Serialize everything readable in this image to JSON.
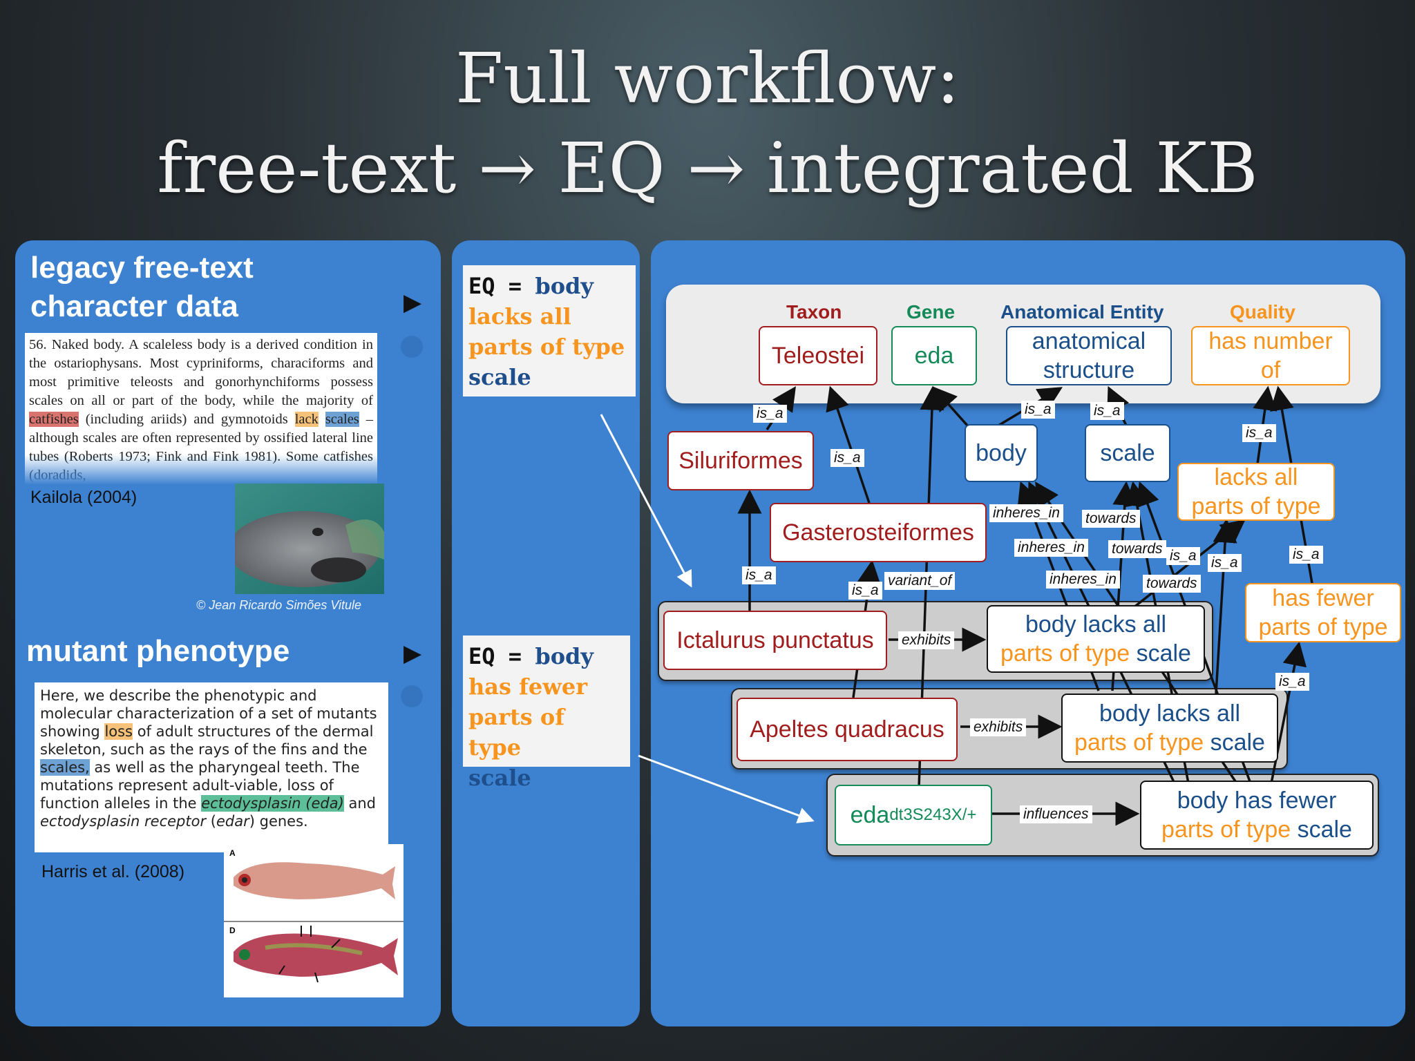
{
  "title": {
    "line1": "Full workflow:",
    "line2": "free-text → EQ → integrated KB"
  },
  "legacy": {
    "heading_line1": "legacy free-text",
    "heading_line2": "character data",
    "text_before_catfishes": "56. Naked body. A scaleless body is a derived condition in the ostariophysans. Most cypriniforms, characiforms and most primitive teleosts and gonorhynchiforms possess scales on all or part of the body, while the majority of ",
    "hl_catfishes": "catfishes",
    "text_between1": " (including ariids) and gymnotoids ",
    "hl_lack": "lack",
    "hl_scales": "scales",
    "text_after": " – although scales are often represented by ossified lateral line tubes (Roberts 1973; Fink and Fink 1981). Some catfishes (doradids,",
    "citation": "Kailola (2004)",
    "photo_credit": "© Jean Ricardo Simões Vitule",
    "arrow": "▶"
  },
  "mutant": {
    "heading": "mutant phenotype",
    "t1": "Here, we describe the phenotypic and molecular characterization of a set of mutants showing ",
    "hl_loss": "loss",
    "t2": " of adult structures of the dermal skeleton, such as the rays of the fins and the ",
    "hl_scales": "scales,",
    "t3": " as well as the pharyngeal teeth. The mutations represent adult-viable, loss of function alleles in the ",
    "hl_eda": "ectodysplasin (eda)",
    "t4": " and ",
    "t5": "ectodysplasin receptor",
    "t6": " (",
    "t7": "edar",
    "t8": ") genes.",
    "citation": "Harris et al. (2008)",
    "fig_a": "A",
    "fig_d": "D",
    "arrow": "▶"
  },
  "eq1": {
    "eq": "EQ",
    "eqsign": " = ",
    "entity": "body",
    "quality_l1": "lacks all",
    "quality_l2": "parts of type",
    "value": "scale"
  },
  "eq2": {
    "eq": "EQ",
    "eqsign": " = ",
    "entity": "body",
    "quality_l1": "has fewer",
    "quality_l2": "parts of type",
    "value": "scale"
  },
  "diagram": {
    "categories": {
      "taxon": "Taxon",
      "gene": "Gene",
      "anatomical": "Anatomical Entity",
      "quality": "Quality"
    },
    "nodes": {
      "teleostei": "Teleostei",
      "eda": "eda",
      "anatomical_structure_l1": "anatomical",
      "anatomical_structure_l2": "structure",
      "has_number_of_l1": "has number",
      "has_number_of_l2": "of",
      "siluriformes": "Siluriformes",
      "body": "body",
      "scale": "scale",
      "lacks_all_l1": "lacks all",
      "lacks_all_l2": "parts of type",
      "gasterosteiformes": "Gasterosteiformes",
      "has_fewer_l1": "has fewer",
      "has_fewer_l2": "parts of type",
      "ictalurus": "Ictalurus punctatus",
      "apeltes": "Apeltes quadracus",
      "eda_allele": "eda",
      "eda_allele_sup": "dt3S243X/+",
      "p1_body": "body",
      "p1_q1": "lacks all",
      "p1_q2": "parts of type",
      "p1_scale": "scale",
      "p2_body": "body",
      "p2_q1": "lacks all",
      "p2_q2": "parts of type",
      "p2_scale": "scale",
      "p3_body": "body",
      "p3_q1": "has fewer",
      "p3_q2": "parts of type",
      "p3_scale": "scale"
    },
    "edges": {
      "is_a": "is_a",
      "inheres_in": "inheres_in",
      "towards": "towards",
      "variant_of": "variant_of",
      "exhibits": "exhibits",
      "influences": "influences"
    },
    "colors": {
      "taxon": "#a11d1d",
      "gene": "#138a57",
      "anatomical": "#1a4f8a",
      "quality": "#f7941d",
      "panel": "#3d82d1"
    }
  }
}
